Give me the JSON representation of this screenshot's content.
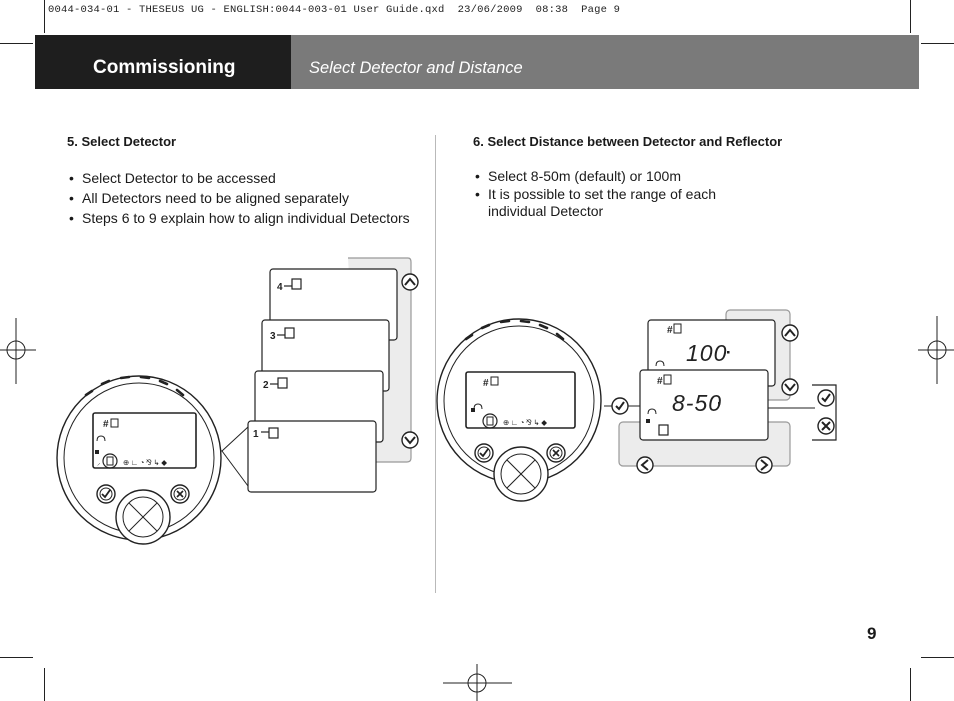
{
  "print_slug": "0044-034-01 - THESEUS UG - ENGLISH:0044-003-01 User Guide.qxd  23/06/2009  08:38  Page 9",
  "header": {
    "title": "Commissioning",
    "subtitle": "Select Detector and Distance"
  },
  "left_column": {
    "heading": "5.  Select Detector",
    "bullets": [
      "Select Detector to be accessed",
      "All Detectors need to be aligned separately",
      "Steps 6 to 9 explain how to align individual Detectors"
    ],
    "screen_labels": [
      "4",
      "3",
      "2",
      "1"
    ],
    "detector_marker": "#"
  },
  "right_column": {
    "heading": "6.  Select Distance between Detector and Reflector",
    "bullets": [
      "Select 8-50m (default) or 100m",
      "It is possible to set the range of each individual Detector"
    ],
    "lcd_back_value": "100",
    "lcd_front_value": "8-50",
    "detector_marker": "#"
  },
  "page_number": "9",
  "colors": {
    "header_black": "#1e1e1e",
    "header_grey": "#7a7a7a",
    "panel_grey": "#ececec"
  }
}
